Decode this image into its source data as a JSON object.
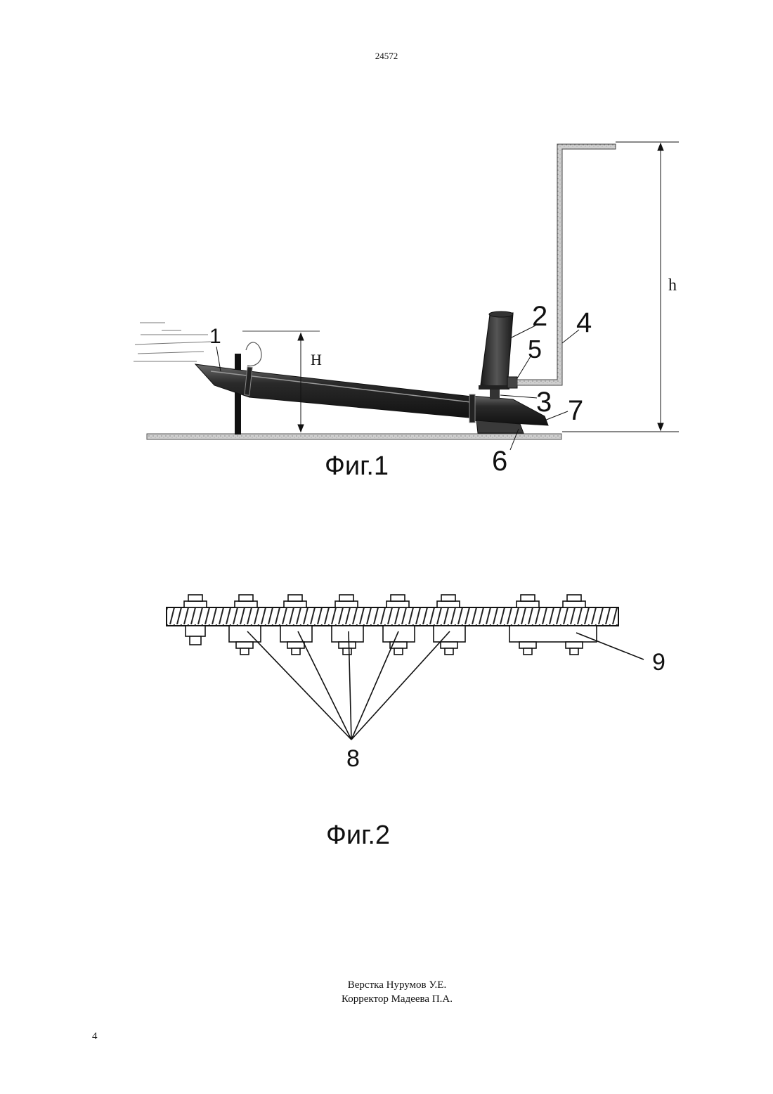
{
  "header": {
    "document_number": "24572"
  },
  "figure1": {
    "caption": "Фиг.1",
    "labels": {
      "l1": "1",
      "l2": "2",
      "l3": "3",
      "l4": "4",
      "l5": "5",
      "l6": "6",
      "l7": "7",
      "H": "H",
      "h": "h"
    }
  },
  "figure2": {
    "caption": "Фиг.2",
    "labels": {
      "l8": "8",
      "l9": "9"
    }
  },
  "footer": {
    "layout_credit": "Верстка Нурумов У.Е.",
    "proof_credit": "Корректор Мадеева П.А.",
    "page_number": "4"
  }
}
